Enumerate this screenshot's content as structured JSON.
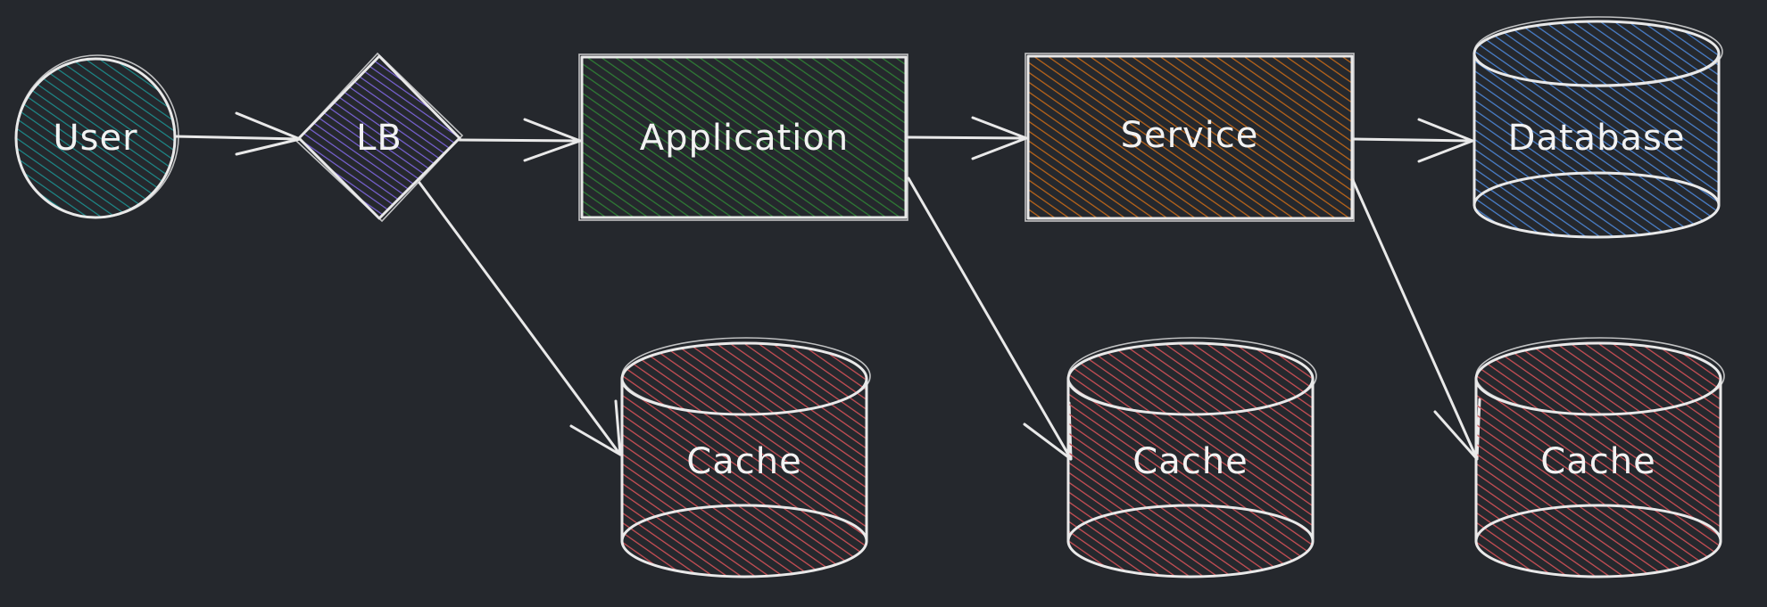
{
  "diagram": {
    "nodes": [
      {
        "id": "user",
        "label": "User",
        "shape": "circle",
        "color": "#1d8a8a"
      },
      {
        "id": "lb",
        "label": "LB",
        "shape": "diamond",
        "color": "#7a63d6"
      },
      {
        "id": "application",
        "label": "Application",
        "shape": "rectangle",
        "color": "#2f7a35"
      },
      {
        "id": "service",
        "label": "Service",
        "shape": "rectangle",
        "color": "#b8641a"
      },
      {
        "id": "database",
        "label": "Database",
        "shape": "cylinder",
        "color": "#4a7fc9"
      },
      {
        "id": "cache1",
        "label": "Cache",
        "shape": "cylinder",
        "color": "#c84f55"
      },
      {
        "id": "cache2",
        "label": "Cache",
        "shape": "cylinder",
        "color": "#c84f55"
      },
      {
        "id": "cache3",
        "label": "Cache",
        "shape": "cylinder",
        "color": "#c84f55"
      }
    ],
    "edges": [
      {
        "from": "user",
        "to": "lb"
      },
      {
        "from": "lb",
        "to": "application"
      },
      {
        "from": "application",
        "to": "service"
      },
      {
        "from": "service",
        "to": "database"
      },
      {
        "from": "lb",
        "to": "cache1"
      },
      {
        "from": "application",
        "to": "cache2"
      },
      {
        "from": "service",
        "to": "cache3"
      }
    ],
    "background": "#25282d",
    "stroke_color": "#e9e9e9"
  }
}
